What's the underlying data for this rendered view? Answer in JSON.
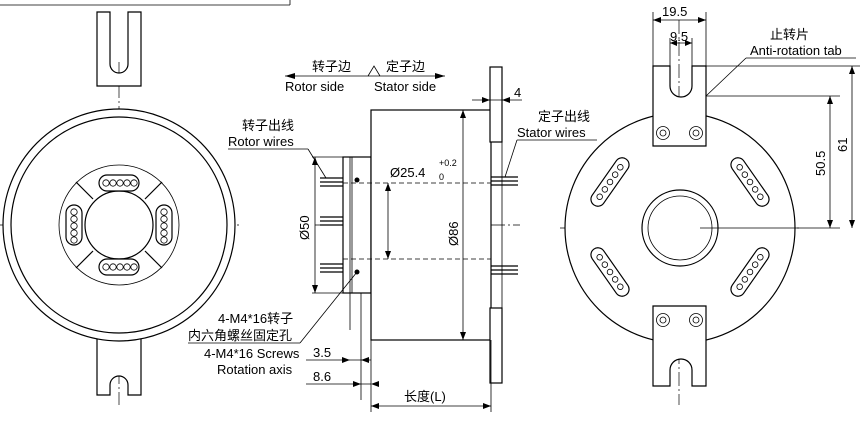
{
  "labels": {
    "rotor_side": "Rotor side",
    "stator_side": "Stator side",
    "rotor_side_cn": "转子边",
    "stator_side_cn": "定子边",
    "rotor_wires": "Rotor wires",
    "rotor_wires_cn": "转子出线",
    "stator_wires": "Stator wires",
    "stator_wires_cn": "定子出线",
    "screws_cn_1": "4-M4*16转子",
    "screws_cn_2": "内六角螺丝固定孔",
    "screws": "4-M4*16 Screws",
    "rotation_axis": "Rotation axis",
    "length": "长度(L)",
    "anti_rotation_tab": "Anti-rotation tab",
    "anti_rotation_tab_cn": "止转片"
  },
  "dimensions": {
    "flange_thickness": "4",
    "bore_dia": "Ø25.4",
    "bore_tol_upper": "+0.2",
    "bore_tol_lower": "0",
    "rotor_dia": "Ø50",
    "body_dia": "Ø86",
    "offset_small": "3.5",
    "offset_axis": "8.6",
    "tab_width": "19.5",
    "tab_slot": "9.5",
    "tab_height_inner": "50.5",
    "tab_height_outer": "61"
  }
}
